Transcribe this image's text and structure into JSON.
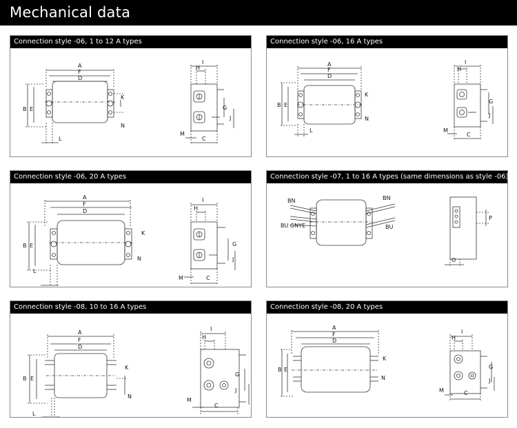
{
  "page": {
    "title": "Mechanical data"
  },
  "panels": [
    {
      "title": "Connection style -06, 1 to 12 A types"
    },
    {
      "title": "Connection style -06, 16 A types"
    },
    {
      "title": "Connection style -06, 20 A types"
    },
    {
      "title": "Connection style -07, 1 to 16 A types (same dimensions as style -06)"
    },
    {
      "title": "Connection style -08, 10 to 16 A types"
    },
    {
      "title": "Connection style -08, 20 A types"
    }
  ],
  "labels": {
    "A": "A",
    "B": "B",
    "C": "C",
    "D": "D",
    "E": "E",
    "F": "F",
    "G": "G",
    "H": "H",
    "I": "I",
    "J": "J",
    "K": "K",
    "L": "L",
    "M": "M",
    "N": "N",
    "O": "O",
    "P": "P"
  },
  "wires": {
    "bn": "BN",
    "bu": "BU",
    "bu_gnye": "BU GNYE"
  }
}
